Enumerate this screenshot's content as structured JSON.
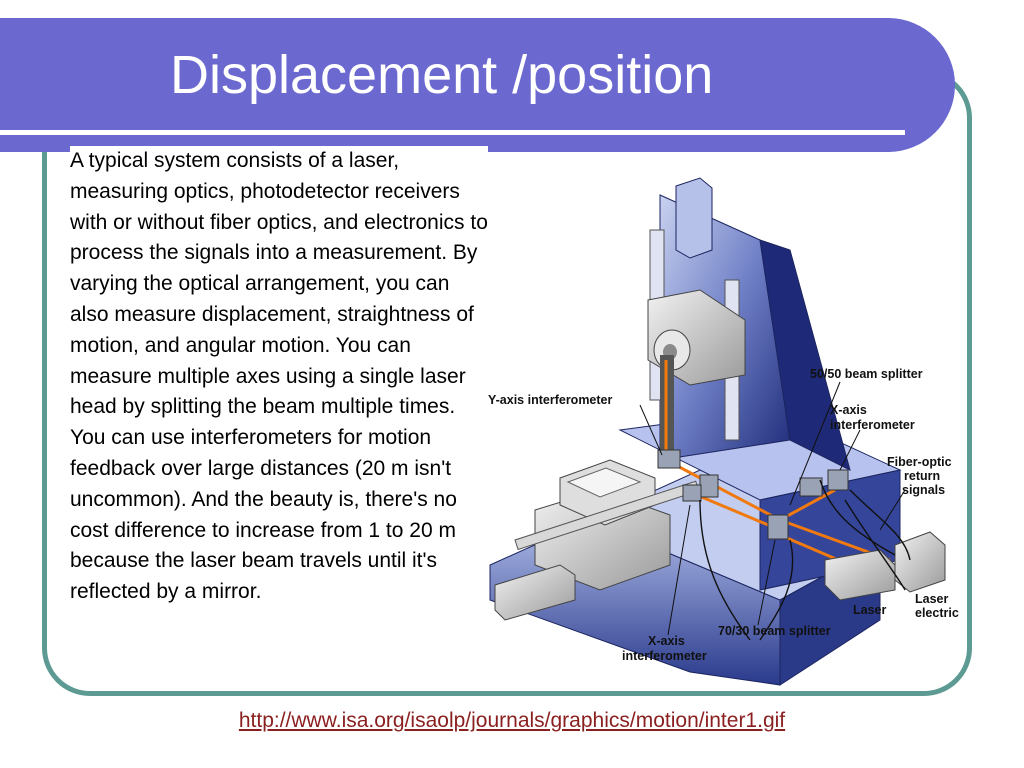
{
  "slide": {
    "title": "Displacement /position",
    "body": "A typical system consists of a laser, measuring optics, photodetector receivers with or without fiber optics, and electronics to process the signals into a measurement. By varying the optical arrangement, you can also measure displacement, straightness of motion, and angular motion. You can measure multiple axes using a single laser head by splitting the beam multiple times. You can use interferometers for motion feedback over large distances (20 m isn't uncommon). And the beauty is, there's no cost difference to increase from 1 to 20 m because the laser beam travels until it's reflected by a mirror.",
    "source_url": "http://www.isa.org/isaolp/journals/graphics/motion/inter1.gif"
  },
  "figure": {
    "labels": {
      "beam_splitter_50": "50/50 beam splitter",
      "y_axis_line1": "Y-axis interferometer",
      "x_axis_right_line1": "X-axis",
      "x_axis_right_line2": "interferometer",
      "fiber_line1": "Fiber-optic",
      "fiber_line2": "return",
      "fiber_line3": "signals",
      "laser": "Laser",
      "laser_elec_line1": "Laser",
      "laser_elec_line2": "electric",
      "beam_splitter_70": "70/30 beam splitter",
      "x_axis_bottom_line1": "X-axis",
      "x_axis_bottom_line2": "interferometer"
    }
  },
  "colors": {
    "title_bar": "#6b68cf",
    "frame": "#5d9a93",
    "laser_beam": "#f07a10",
    "link": "#8a1f1f"
  }
}
